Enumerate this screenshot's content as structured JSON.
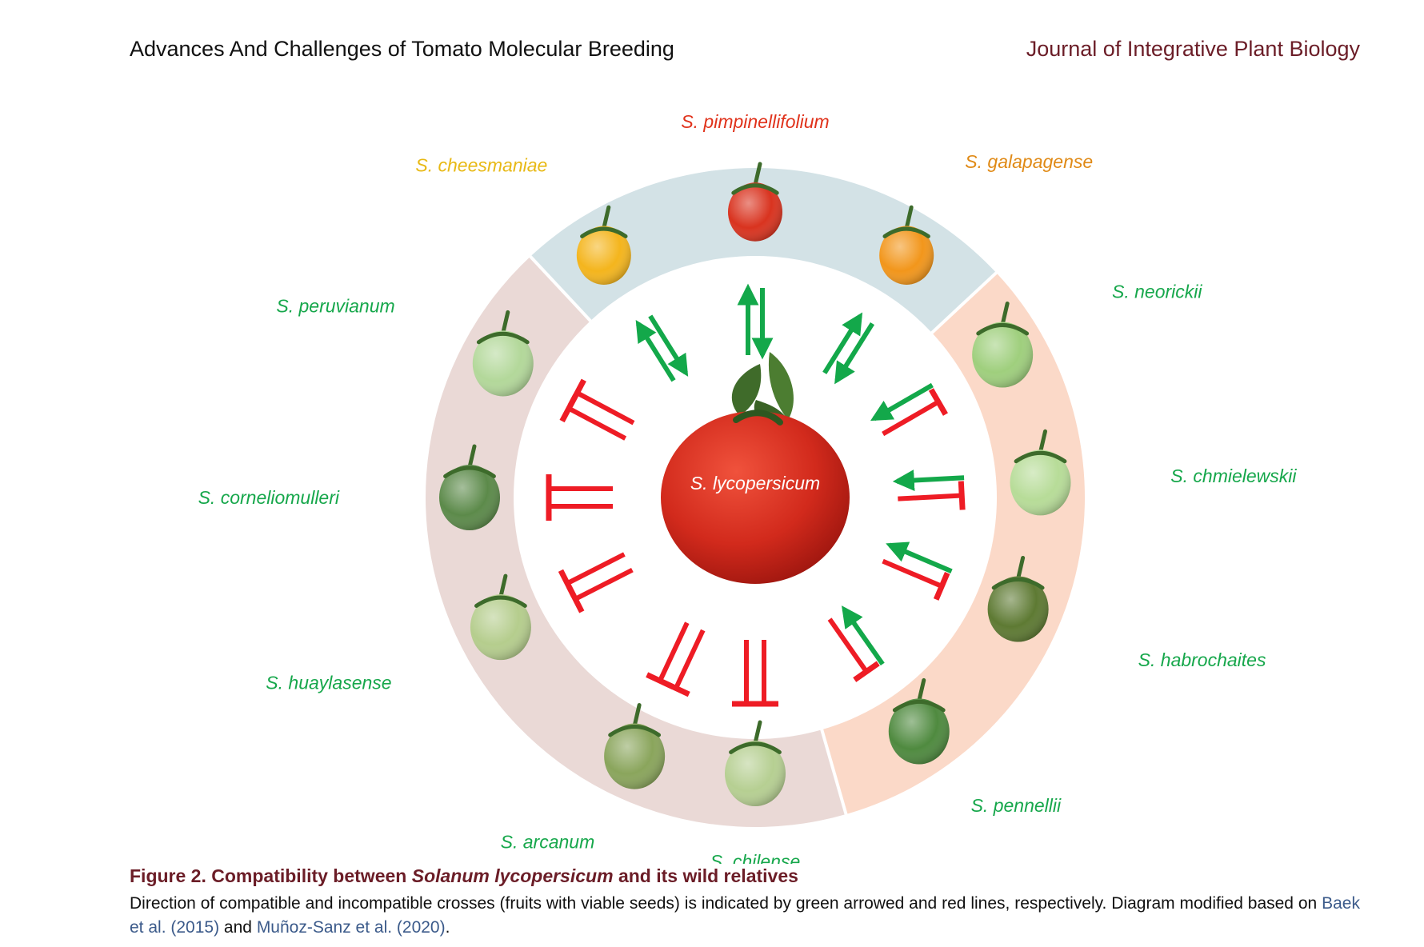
{
  "header": {
    "left_title": "Advances And Challenges of Tomato Molecular Breeding",
    "right_title": "Journal of Integrative Plant Biology"
  },
  "colors": {
    "title_red": "#6b1d27",
    "compatible_green": "#13a84a",
    "incompatible_red": "#ee1c25",
    "segment_top": "#d3e2e6",
    "segment_right": "#fbd9c8",
    "segment_left": "#ead9d6"
  },
  "figure": {
    "center_label": "S. lycopersicum",
    "species": [
      {
        "name": "S. pimpinellifolium",
        "color": "#e0321b",
        "fruit": "#d9331f",
        "relation": "compatible-both"
      },
      {
        "name": "S. galapagense",
        "color": "#e08a16",
        "fruit": "#f2961b",
        "relation": "compatible-both"
      },
      {
        "name": "S. neorickii",
        "color": "#16a74b",
        "fruit": "#9fcf7d",
        "relation": "compatible-in-blocked-out"
      },
      {
        "name": "S. chmielewskii",
        "color": "#16a74b",
        "fruit": "#b7dc98",
        "relation": "compatible-in-blocked-out"
      },
      {
        "name": "S. habrochaites",
        "color": "#16a74b",
        "fruit": "#5e7a33",
        "relation": "compatible-in-blocked-out"
      },
      {
        "name": "S. pennellii",
        "color": "#16a74b",
        "fruit": "#4f8a3f",
        "relation": "compatible-in-blocked-out"
      },
      {
        "name": "S. chilense",
        "color": "#16a74b",
        "fruit": "#b6cf92",
        "relation": "incompatible-both"
      },
      {
        "name": "S. arcanum",
        "color": "#16a74b",
        "fruit": "#8aa55c",
        "relation": "incompatible-both"
      },
      {
        "name": "S. huaylasense",
        "color": "#16a74b",
        "fruit": "#b5cd8d",
        "relation": "incompatible-both"
      },
      {
        "name": "S. corneliomulleri",
        "color": "#16a74b",
        "fruit": "#5c8a4a",
        "relation": "incompatible-both"
      },
      {
        "name": "S. peruvianum",
        "color": "#16a74b",
        "fruit": "#b3d89a",
        "relation": "incompatible-both"
      },
      {
        "name": "S. cheesmaniae",
        "color": "#e8b915",
        "fruit": "#f4b51d",
        "relation": "compatible-both"
      }
    ]
  },
  "caption": {
    "figure_label": "Figure 2.",
    "title_pre": "Compatibility between",
    "title_species": "Solanum lycopersicum",
    "title_post": "and its wild relatives",
    "body_text": "Direction of compatible and incompatible crosses (fruits with viable seeds) is indicated by green arrowed and red lines, respectively. Diagram modified based on",
    "ref1": "Baek et al. (2015)",
    "and_text": "and",
    "ref2": "Muñoz-Sanz et al. (2020)",
    "end_text": "."
  }
}
